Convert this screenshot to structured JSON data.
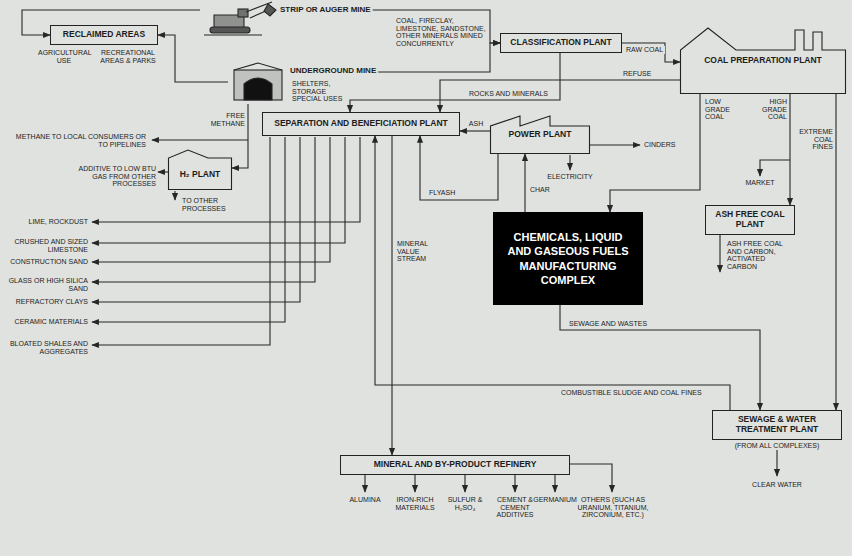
{
  "diagram": {
    "nodes": [
      {
        "text": [
          "STRIP OR AUGER MINE"
        ]
      },
      {
        "text": [
          "RECLAIMED AREAS"
        ]
      },
      {
        "text": [
          "UNDERGROUND MINE"
        ]
      },
      {
        "text": [
          "CLASSIFICATION PLANT"
        ]
      },
      {
        "text": [
          "COAL PREPARATION PLANT"
        ]
      },
      {
        "text": [
          "SEPARATION AND BENEFICIATION PLANT"
        ]
      },
      {
        "text": [
          "POWER PLANT"
        ]
      },
      {
        "text": [
          "H₂ PLANT"
        ]
      },
      {
        "text": [
          "ASH FREE COAL PLANT"
        ]
      },
      {
        "text": [
          "CHEMICALS, LIQUID AND GASEOUS FUELS MANUFACTURING COMPLEX"
        ]
      },
      {
        "text": [
          "SEWAGE & WATER TREATMENT PLANT",
          "(FROM ALL COMPLEXES)"
        ]
      },
      {
        "text": [
          "MINERAL AND BY-PRODUCT REFINERY"
        ]
      }
    ],
    "edges": [
      {
        "from": 0,
        "to": 3,
        "arrow": "to",
        "label": "COAL, FIRECLAY, LIMESTONE, SANDSTONE, OTHER MINERALS MINED CONCURRENTLY"
      },
      {
        "from": 2,
        "to": 3,
        "arrow": "to"
      },
      {
        "from": 0,
        "to": 1,
        "arrow": "to"
      },
      {
        "from": 2,
        "to": 1,
        "arrow": "to"
      },
      {
        "from": 2,
        "to": 7,
        "arrow": "to",
        "label": "FREE METHANE"
      },
      {
        "from": 3,
        "to": 4,
        "arrow": "to",
        "label": "RAW COAL"
      },
      {
        "from": 3,
        "to": 5,
        "arrow": "to",
        "label": "ROCKS AND MINERALS"
      },
      {
        "from": 4,
        "to": 5,
        "arrow": "to",
        "label": "REFUSE"
      },
      {
        "from": 4,
        "to": 9,
        "arrow": "to",
        "label": "LOW GRADE COAL"
      },
      {
        "from": 4,
        "to": 8,
        "arrow": "to",
        "label": "HIGH GRADE COAL"
      },
      {
        "from": 4,
        "to": 10,
        "arrow": "to",
        "label": "EXTREME COAL FINES"
      },
      {
        "from": 6,
        "to": 5,
        "arrow": "to",
        "label": "ASH"
      },
      {
        "from": 6,
        "to": 5,
        "arrow": "to",
        "label": "FLYASH"
      },
      {
        "from": 9,
        "to": 6,
        "arrow": "to",
        "label": "CHAR"
      },
      {
        "from": 9,
        "to": 10,
        "arrow": "to",
        "label": "SEWAGE AND WASTES"
      },
      {
        "from": 10,
        "to": 5,
        "arrow": "to",
        "label": "COMBUSTIBLE SLUDGE AND COAL FINES"
      },
      {
        "from": 5,
        "to": 11,
        "arrow": "to",
        "label": "MINERAL VALUE STREAM"
      }
    ],
    "labels": [
      "AGRICULTURAL USE",
      "RECREATIONAL AREAS & PARKS",
      "SHELTERS, STORAGE SPECIAL USES",
      "METHANE TO LOCAL CONSUMERS OR TO PIPELINES",
      "ADDITIVE TO LOW BTU GAS FROM OTHER PROCESSES",
      "TO OTHER PROCESSES",
      "CINDERS",
      "MARKET",
      "ELECTRICITY",
      "ASH FREE COAL AND CARBON, ACTIVATED CARBON",
      "LIME, ROCKDUST",
      "CRUSHED AND SIZED LIMESTONE",
      "CONSTRUCTION SAND",
      "GLASS OR HIGH SILICA SAND",
      "REFRACTORY CLAYS",
      "CERAMIC MATERIALS",
      "BLOATED SHALES AND AGGREGATES",
      "CLEAR WATER",
      "ALUMINA",
      "IRON-RICH MATERIALS",
      "SULFUR & H₂SO₄",
      "CEMENT & CEMENT ADDITIVES",
      "GERMANIUM",
      "OTHERS (SUCH AS URANIUM, TITANIUM, ZIRCONIUM, ETC.)"
    ]
  }
}
